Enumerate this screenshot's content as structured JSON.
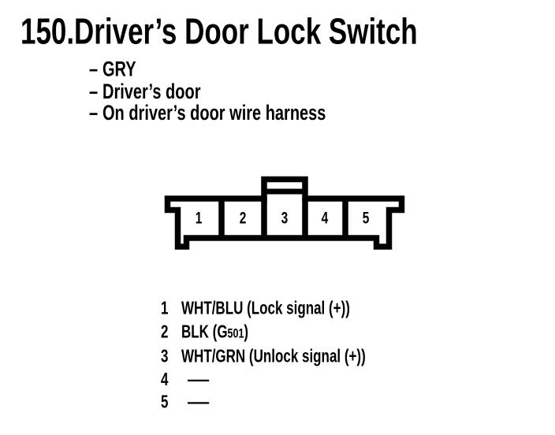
{
  "page": {
    "background": "#ffffff",
    "ink_color": "#000000"
  },
  "heading": {
    "index": "150.",
    "title": "Driver’s Door Lock Switch"
  },
  "attributes": {
    "dash": "–",
    "items": [
      "GRY",
      "Driver’s door",
      "On driver’s door wire harness"
    ]
  },
  "connector": {
    "pin_labels": [
      "1",
      "2",
      "3",
      "4",
      "5"
    ]
  },
  "pin_legend": [
    {
      "num": "1",
      "label": "WHT/BLU (Lock signal (+))"
    },
    {
      "num": "2",
      "label": "BLK (G",
      "label_sub": "501",
      "label_end": ")"
    },
    {
      "num": "3",
      "label": "WHT/GRN (Unlock signal (+))"
    },
    {
      "num": "4",
      "label": "—"
    },
    {
      "num": "5",
      "label": "—"
    }
  ]
}
